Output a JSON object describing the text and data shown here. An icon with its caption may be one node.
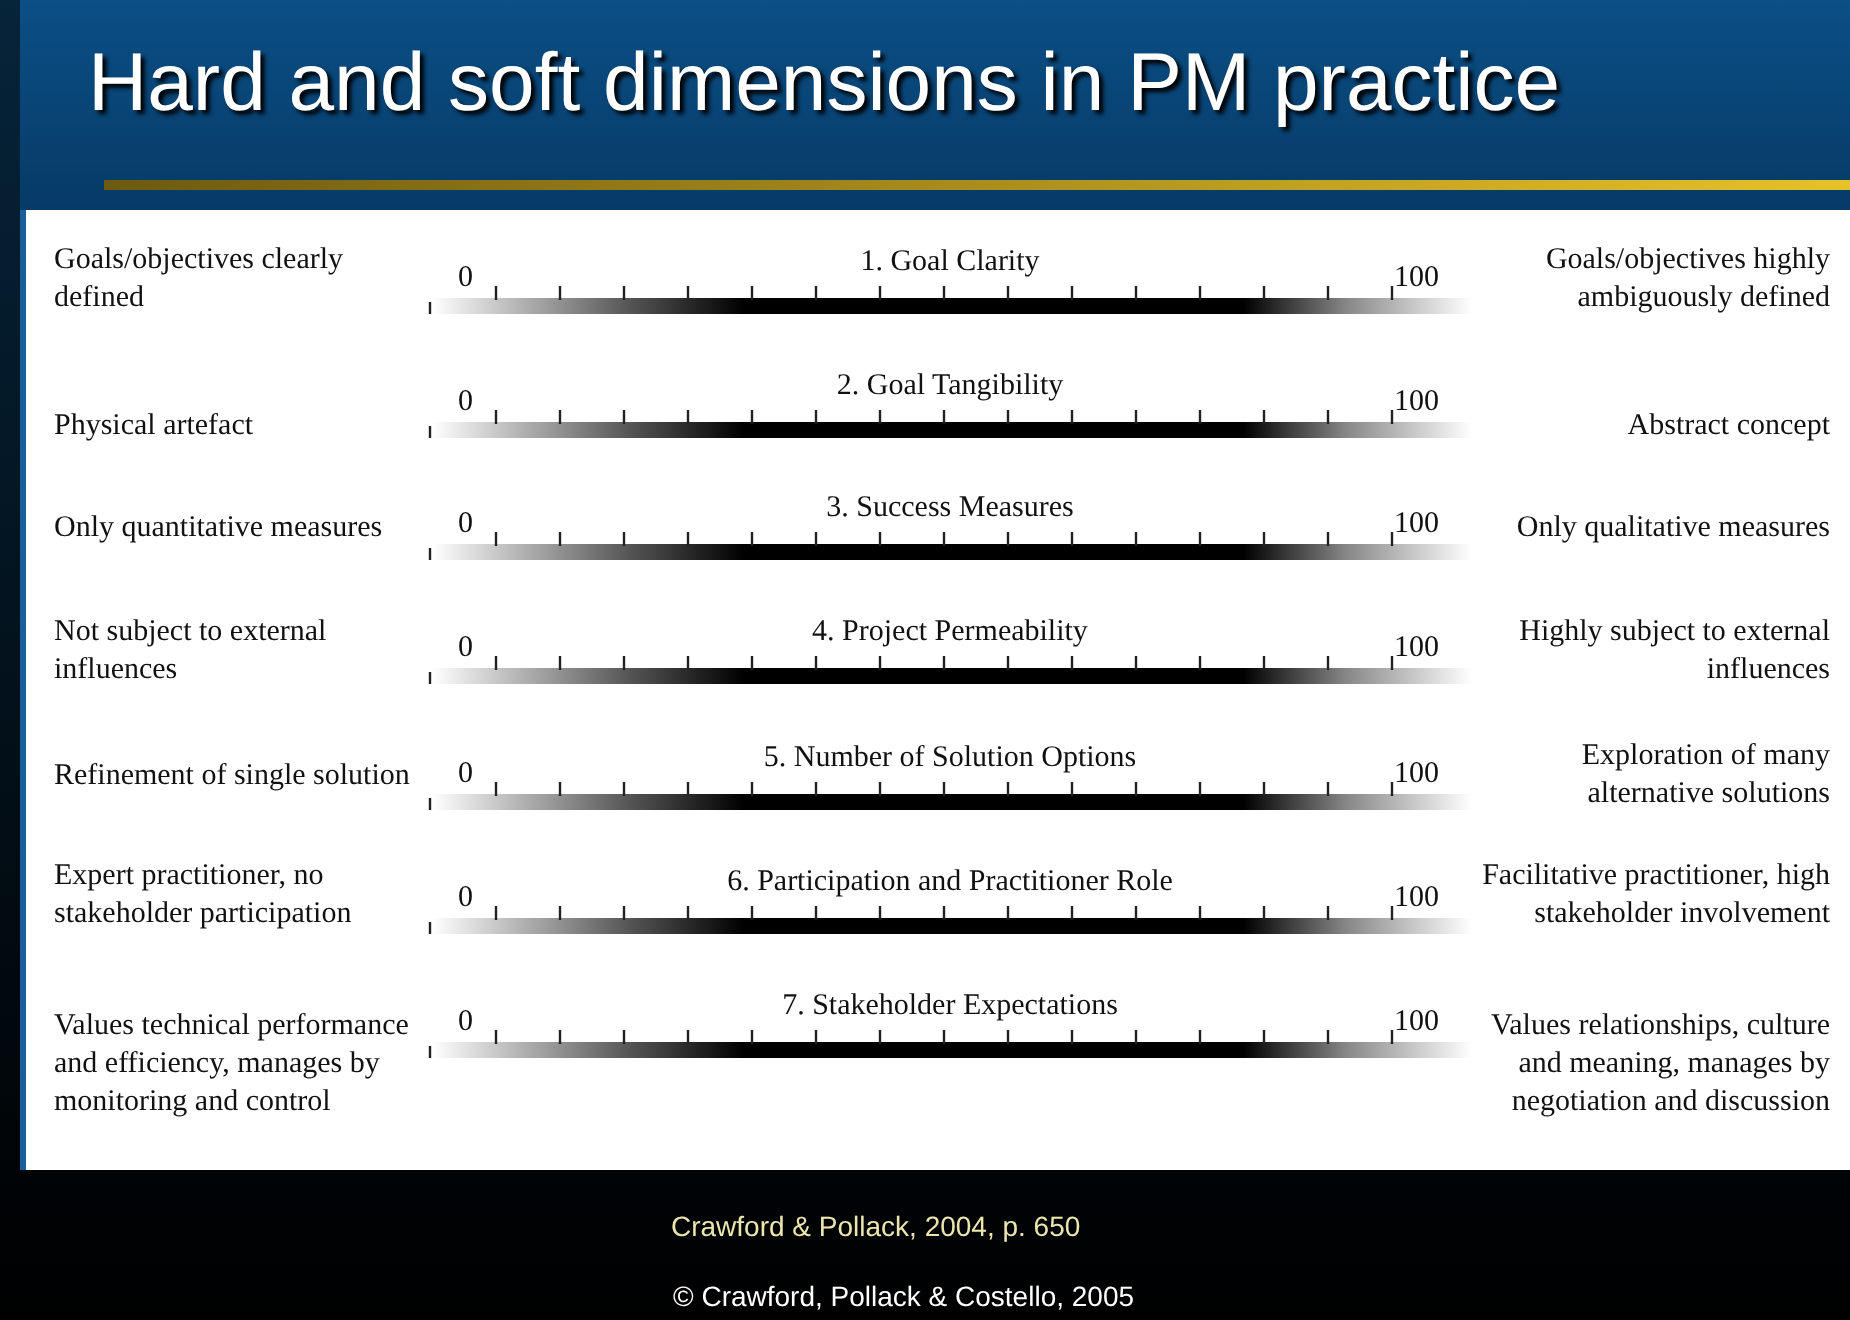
{
  "diagram": {
    "title": "Hard and soft dimensions in PM practice",
    "caption": "Crawford & Pollack, 2004, p. 650",
    "labels": [
      "Goals/objectives clearly defined",
      "1. Goal Clarity",
      "0",
      "100",
      "Goals/objectives highly ambiguously defined",
      "Physical artefact",
      "2. Goal Tangibility",
      "0",
      "100",
      "Abstract concept",
      "Only quantitative measures",
      "3. Success Measures",
      "0",
      "100",
      "Only qualitative measures",
      "Not subject to external influences",
      "4. Project Permeability",
      "0",
      "100",
      "Highly subject to external influences",
      "Refinement of single solution",
      "5. Number of Solution Options",
      "0",
      "100",
      "Exploration of many alternative solutions",
      "Expert practitioner, no stakeholder participation",
      "6. Participation and Practitioner Role",
      "0",
      "100",
      "Facilitative practitioner, high stakeholder involvement",
      "Values technical performance and efficiency, manages by monitoring and control",
      "7. Stakeholder Expectations",
      "0",
      "100",
      "Values relationships, culture and meaning, manages by negotiation and discussion",
      "© Crawford, Pollack & Costello, 2005"
    ]
  }
}
